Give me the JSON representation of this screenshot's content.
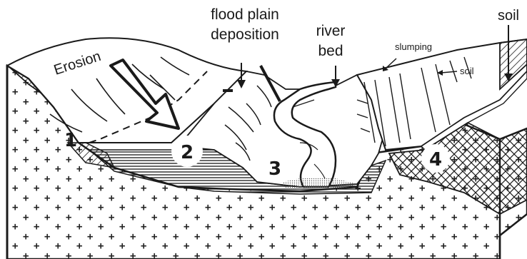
{
  "labels": {
    "flood_plain_line1": "flood plain",
    "flood_plain_line2": "deposition",
    "river_line1": "river",
    "river_line2": "bed",
    "erosion": "Erosion",
    "slumping": "slumping",
    "soil_top": "soil",
    "soil_small": "soil",
    "num1": "1",
    "num2": "2",
    "num3": "3",
    "num4": "4"
  },
  "colors": {
    "ink": "#1a1a1a",
    "paper": "#ffffff",
    "stipple": "#bdbdbd"
  }
}
